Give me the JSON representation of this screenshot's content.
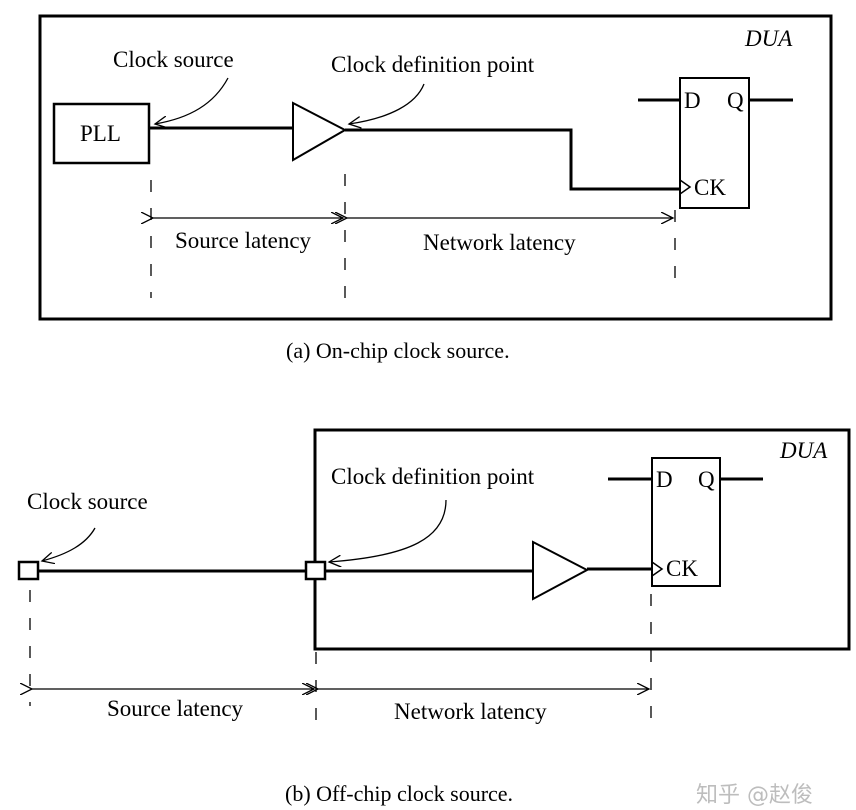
{
  "diagram_a": {
    "box_label": "DUA",
    "pll_label": "PLL",
    "clock_source_label": "Clock source",
    "clock_definition_label": "Clock definition point",
    "ff_d": "D",
    "ff_q": "Q",
    "ff_ck": "CK",
    "source_latency_label": "Source latency",
    "network_latency_label": "Network latency",
    "caption": "(a) On-chip clock source."
  },
  "diagram_b": {
    "box_label": "DUA",
    "clock_source_label": "Clock source",
    "clock_definition_label": "Clock definition point",
    "ff_d": "D",
    "ff_q": "Q",
    "ff_ck": "CK",
    "source_latency_label": "Source latency",
    "network_latency_label": "Network latency",
    "caption": "(b) Off-chip clock source."
  },
  "watermark": "知乎 @赵俊"
}
